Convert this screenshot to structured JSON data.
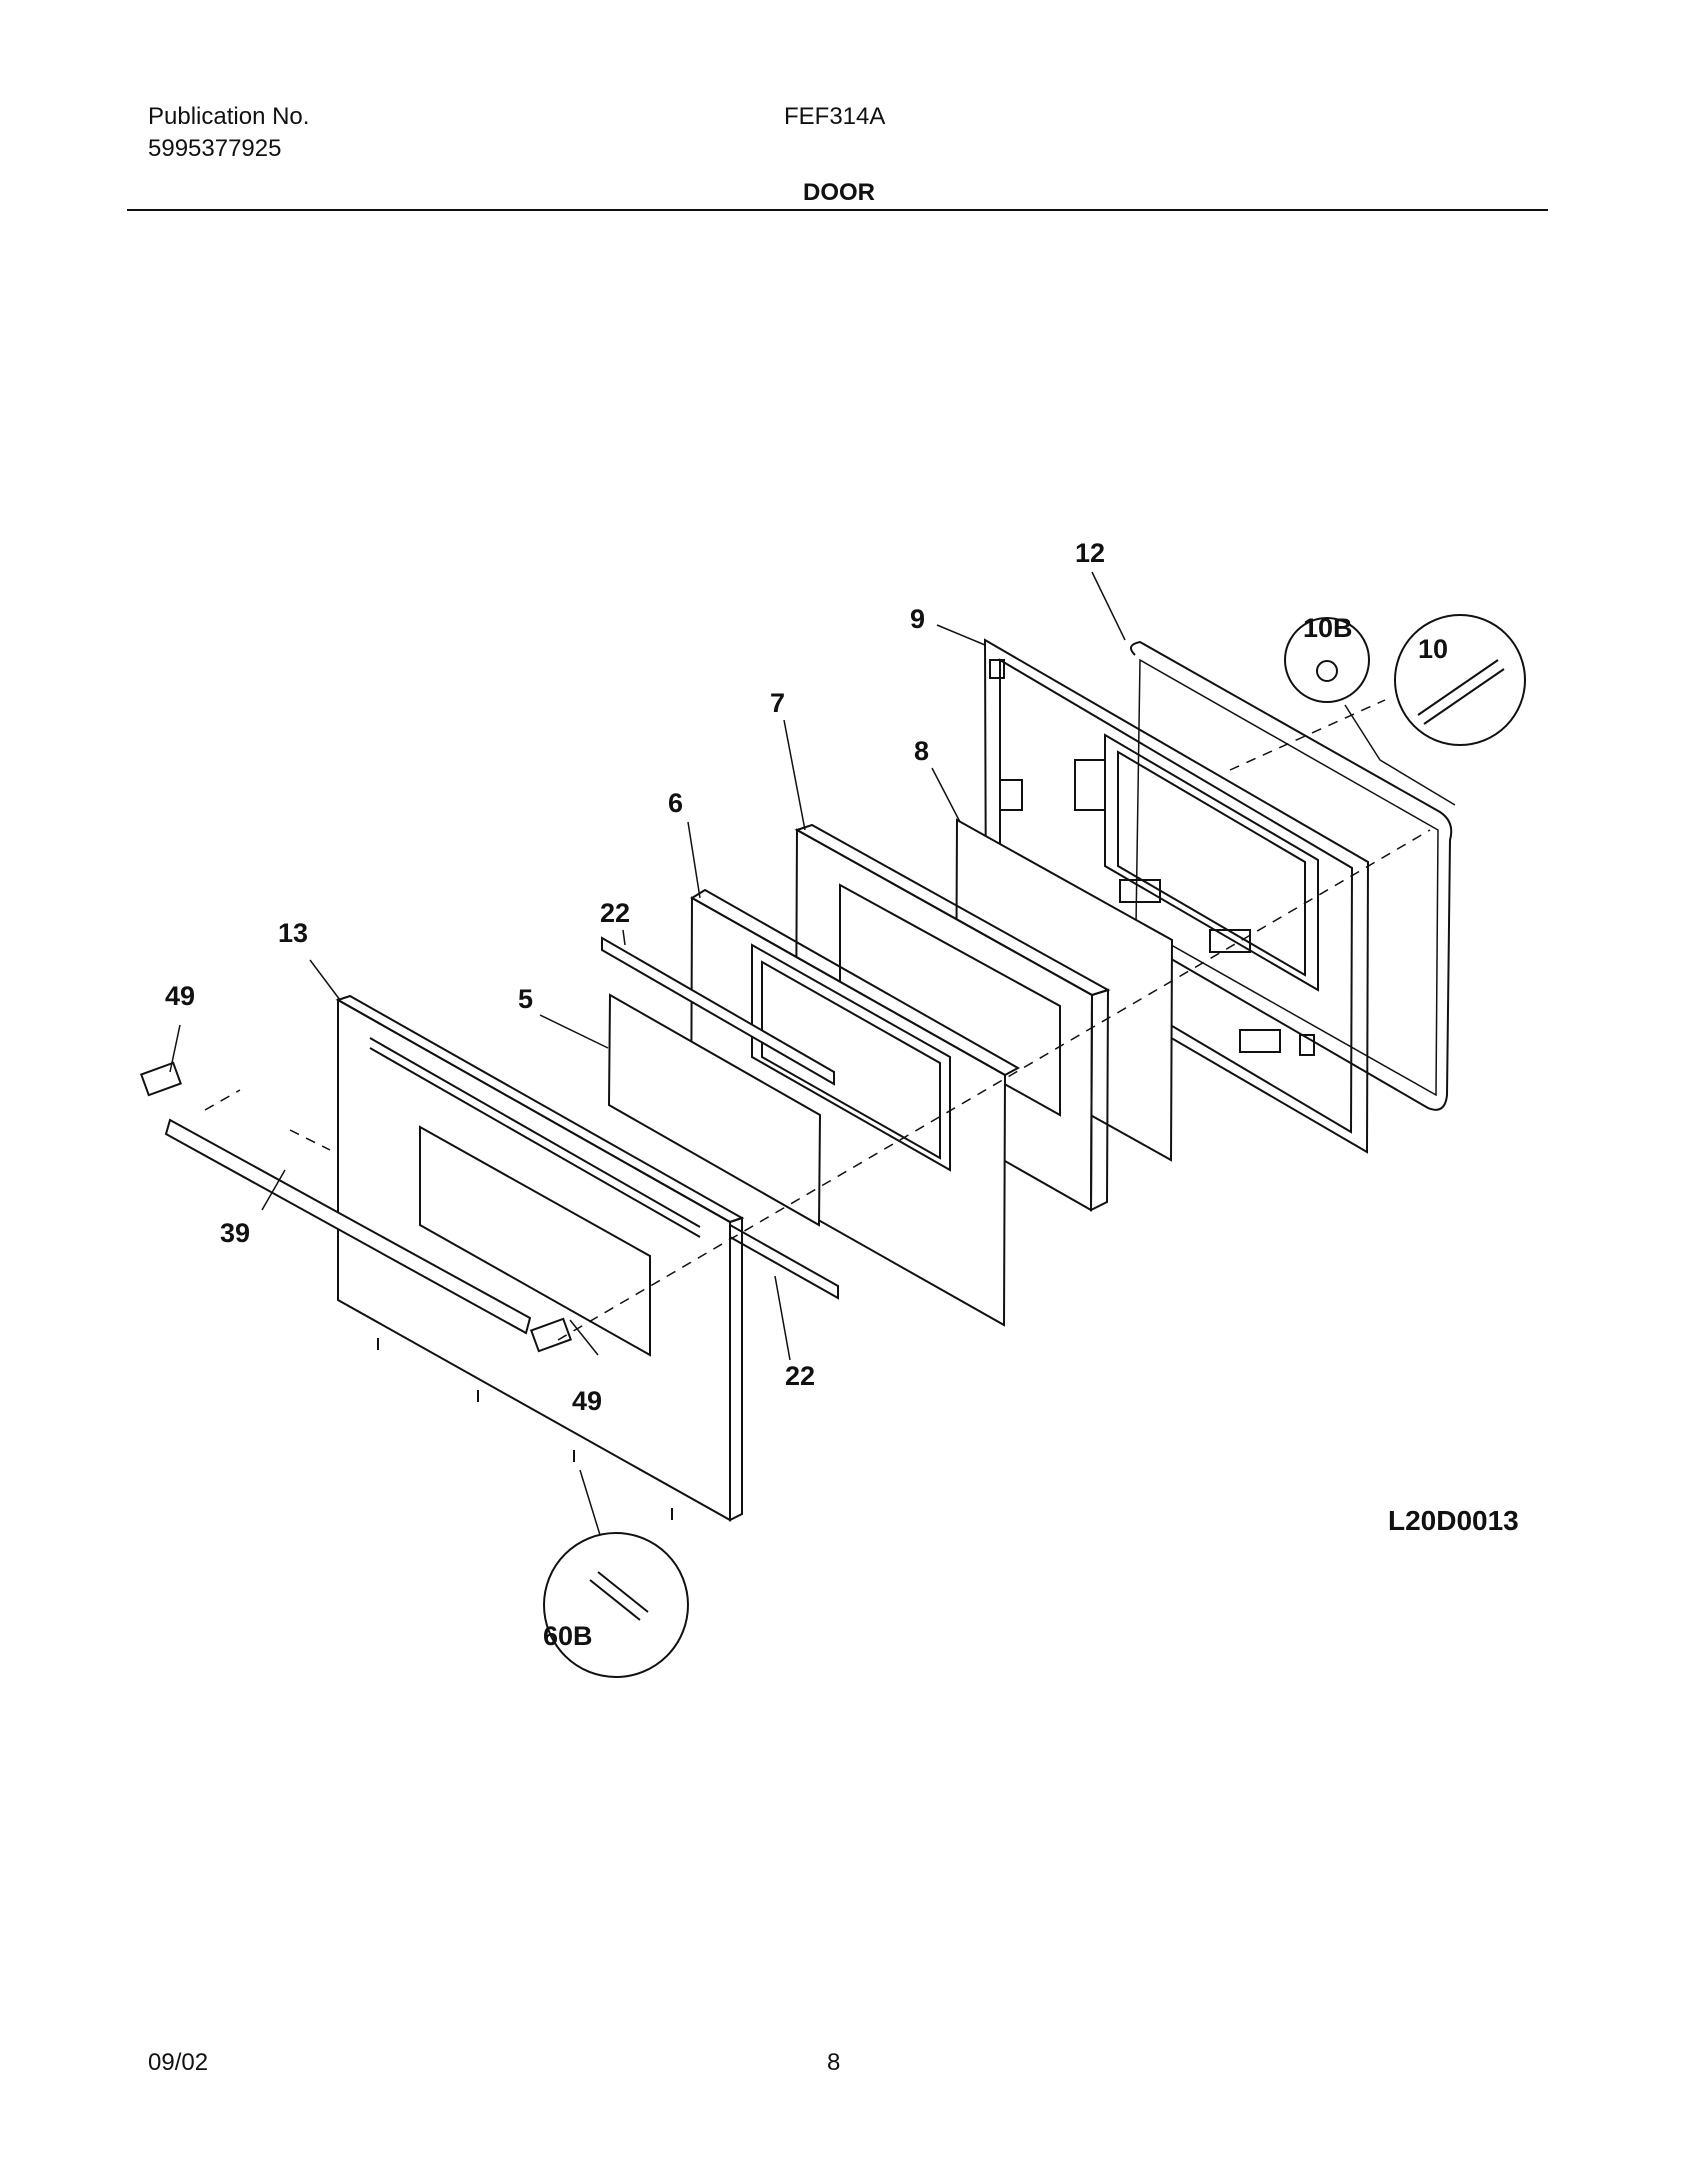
{
  "header": {
    "publication_label": "Publication No.",
    "publication_number": "5995377925",
    "model": "FEF314A",
    "section_title": "DOOR"
  },
  "diagram": {
    "diagram_code": "L20D0013",
    "callouts": {
      "c12": "12",
      "c9": "9",
      "c10b": "10B",
      "c10": "10",
      "c7": "7",
      "c8": "8",
      "c6": "6",
      "c22_top": "22",
      "c13": "13",
      "c49_left": "49",
      "c5": "5",
      "c39": "39",
      "c49_bottom": "49",
      "c22_bottom": "22",
      "c60b": "60B"
    }
  },
  "footer": {
    "date": "09/02",
    "page": "8"
  }
}
